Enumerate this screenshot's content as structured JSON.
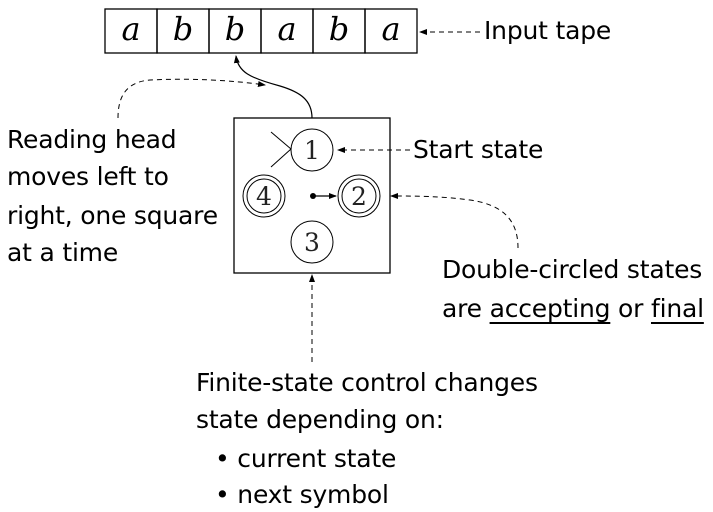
{
  "title": "Finite automaton model",
  "tape": {
    "label": "Input tape",
    "symbols": [
      "a",
      "b",
      "b",
      "a",
      "b",
      "a"
    ],
    "head_index": 2
  },
  "control": {
    "states": [
      {
        "id": "1",
        "accepting": false,
        "start": true
      },
      {
        "id": "2",
        "accepting": true,
        "start": false
      },
      {
        "id": "3",
        "accepting": false,
        "start": false
      },
      {
        "id": "4",
        "accepting": true,
        "start": false
      }
    ],
    "current_state": "2"
  },
  "annotations": {
    "reading_head": [
      "Reading head",
      "moves left to",
      "right, one square",
      "at a time"
    ],
    "start_state": "Start state",
    "double_circled": {
      "line1": "Double-circled states",
      "line2_prefix": "are ",
      "term1": "accepting",
      "connector": " or ",
      "term2": "final"
    },
    "finite_control": {
      "line1": "Finite-state control changes",
      "line2": "state depending on:",
      "bullets": [
        "current state",
        "next symbol"
      ],
      "bullet_glyph": "•"
    }
  }
}
